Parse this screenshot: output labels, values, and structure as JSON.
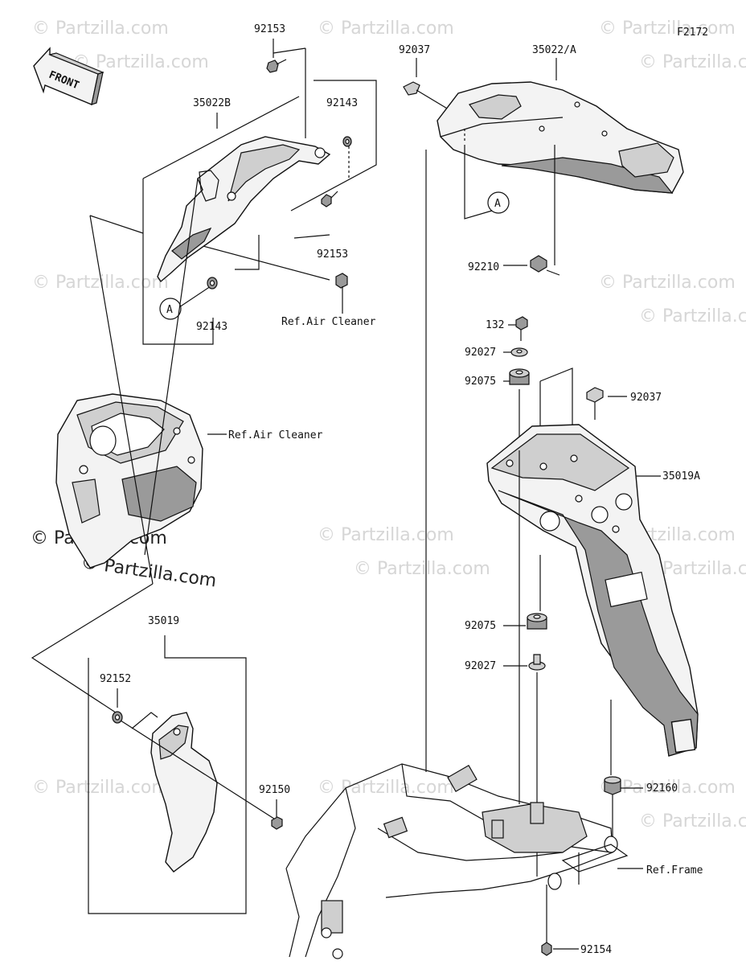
{
  "figure_code": "F2172",
  "front_label": "FRONT",
  "circle_ref": "A",
  "watermark": "© Partzilla.com",
  "part_numbers": {
    "p92153_top": "92153",
    "p35022B": "35022B",
    "p92143_top": "92143",
    "p92153_mid": "92153",
    "p92143_bot": "92143",
    "p92037_top": "92037",
    "p35022A": "35022/A",
    "p92210": "92210",
    "p132": "132",
    "p92027_top": "92027",
    "p92075_top": "92075",
    "p92037_mid": "92037",
    "p35019A": "35019A",
    "p92075_bot": "92075",
    "p92027_bot": "92027",
    "p35019": "35019",
    "p92152": "92152",
    "p92150": "92150",
    "p92160": "92160",
    "p92154": "92154"
  },
  "references": {
    "air_cleaner_1": "Ref.Air Cleaner",
    "air_cleaner_2": "Ref.Air Cleaner",
    "frame": "Ref.Frame"
  }
}
